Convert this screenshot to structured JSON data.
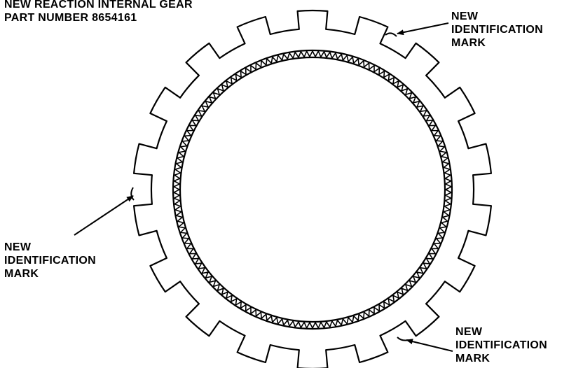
{
  "title": {
    "line1": "NEW REACTION INTERNAL GEAR",
    "line2": "PART NUMBER 8654161"
  },
  "callouts": {
    "top_right": {
      "line1": "NEW",
      "line2": "IDENTIFICATION",
      "line3": "MARK"
    },
    "left": {
      "line1": "NEW",
      "line2": "IDENTIFICATION",
      "line3": "MARK"
    },
    "bottom_right": {
      "line1": "NEW",
      "line2": "IDENTIFICATION",
      "line3": "MARK"
    }
  },
  "gear": {
    "external_lug_count": 18,
    "stroke_color": "#000000",
    "fill_color": "#ffffff"
  }
}
